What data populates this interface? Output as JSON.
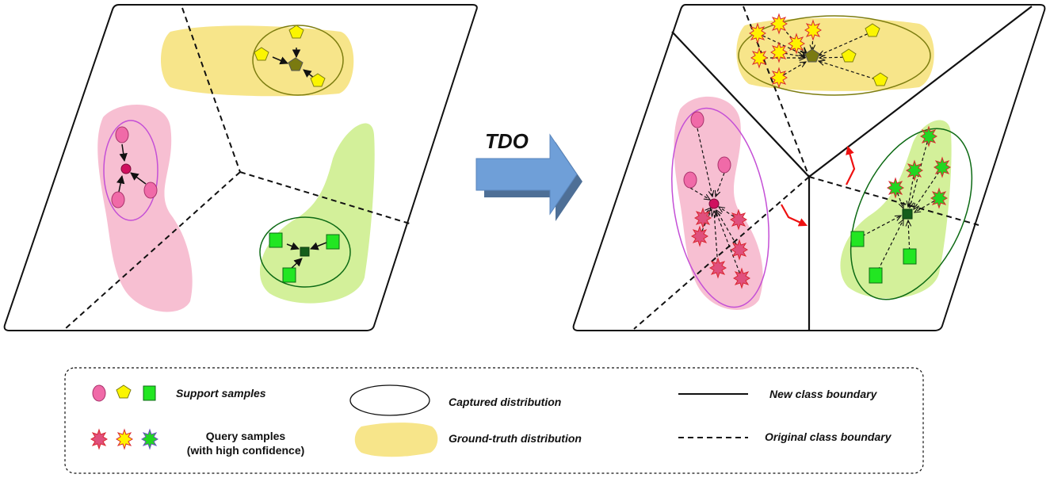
{
  "arrow_label": "TDO",
  "legend": {
    "support_samples": "Support samples",
    "query_samples_line1": "Query samples",
    "query_samples_line2": "(with high confidence)",
    "captured_distribution": "Captured distribution",
    "ground_truth_distribution": "Ground-truth distribution",
    "new_class_boundary": "New class boundary",
    "original_class_boundary": "Original class boundary"
  },
  "colors": {
    "pink_class": "#f06aa8",
    "pink_region": "#f7bfd2",
    "pink_ellipse": "#c44fd6",
    "pink_prototype": "#d0105f",
    "yellow_class": "#fbf500",
    "yellow_region": "#f7e58a",
    "yellow_ellipse": "#7d7d10",
    "yellow_prototype": "#7a7a10",
    "green_class": "#22e622",
    "green_region": "#d3f09a",
    "green_ellipse": "#0d6a14",
    "green_prototype": "#155e1b",
    "query_star_pink": "#e0507d",
    "query_star_yellow": "#fff200",
    "query_star_green": "#22d622",
    "star_edge": "#d9262f",
    "transform_arrow": "#6f9fd8",
    "boundary_shift_arrow": "#ee1111"
  }
}
